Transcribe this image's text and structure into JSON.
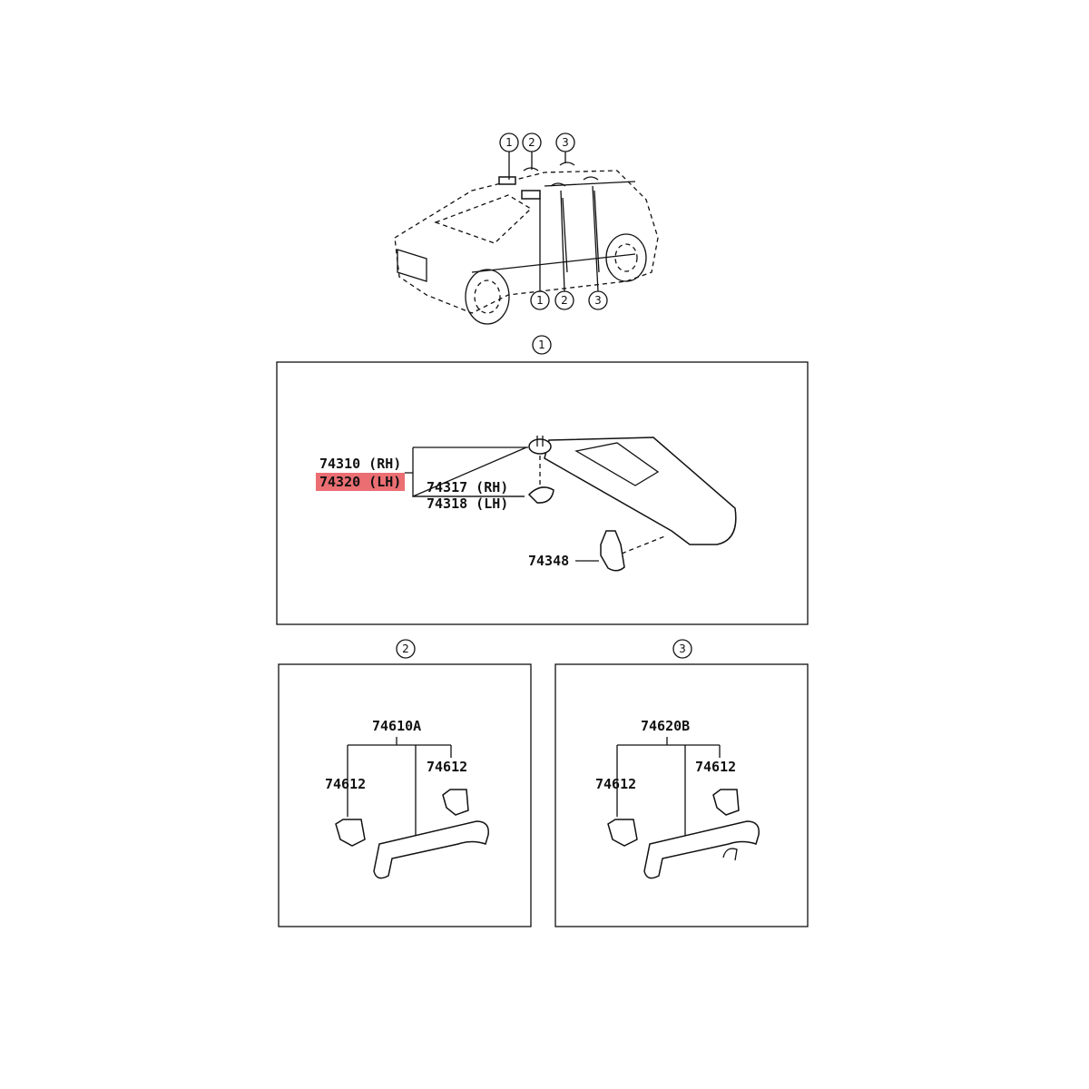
{
  "callouts": {
    "one": "1",
    "two": "2",
    "three": "3"
  },
  "highlight_color": "#e8555a",
  "panel_sun_visor": {
    "visor_rh": "74310 (RH)",
    "visor_lh": "74320 (LH)",
    "holder_rh": "74317 (RH)",
    "holder_lh": "74318 (LH)",
    "clip": "74348"
  },
  "panel_grip_front": {
    "grip": "74610A",
    "cap_left": "74612",
    "cap_right": "74612"
  },
  "panel_grip_rear": {
    "grip": "74620B",
    "cap_left": "74612",
    "cap_right": "74612"
  }
}
